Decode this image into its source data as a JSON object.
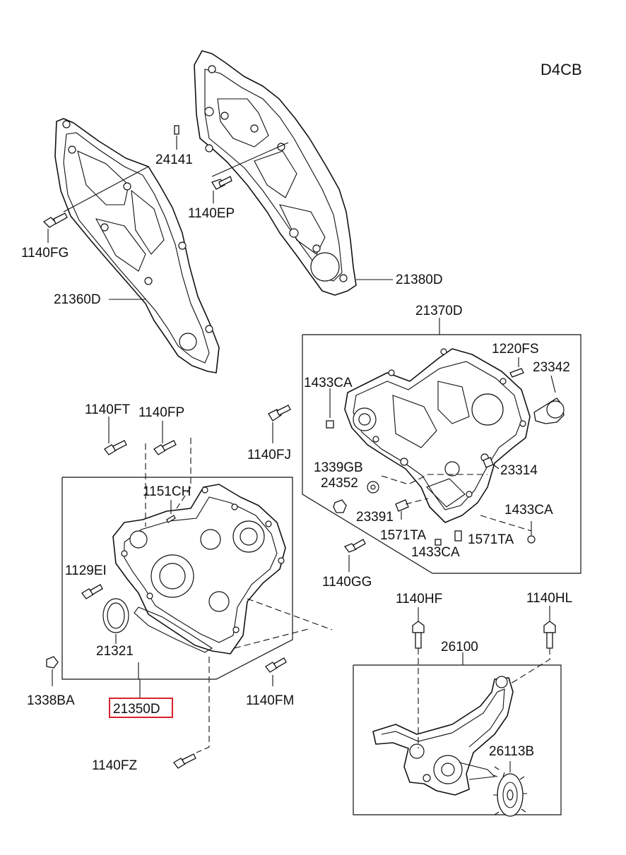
{
  "engine_code": "D4CB",
  "parts": {
    "p24141": "24141",
    "p1140EP": "1140EP",
    "p1140FG": "1140FG",
    "p21380D": "21380D",
    "p21360D": "21360D",
    "p21370D": "21370D",
    "p1220FS": "1220FS",
    "p23342": "23342",
    "p1433CA_a": "1433CA",
    "p1140FT": "1140FT",
    "p1140FP": "1140FP",
    "p1140FJ": "1140FJ",
    "p1339GB": "1339GB",
    "p24352": "24352",
    "p23314": "23314",
    "p1151CH": "1151CH",
    "p23391": "23391",
    "p1433CA_b": "1433CA",
    "p1571TA_a": "1571TA",
    "p1571TA_b": "1571TA",
    "p1433CA_c": "1433CA",
    "p1129EI": "1129EI",
    "p1140GG": "1140GG",
    "p1140HF": "1140HF",
    "p1140HL": "1140HL",
    "p21321": "21321",
    "p26100": "26100",
    "p1338BA": "1338BA",
    "p1140FM": "1140FM",
    "p21350D": "21350D",
    "p26113B": "26113B",
    "p1140FZ": "1140FZ"
  },
  "colors": {
    "highlight": "#d9212c",
    "line": "#111111",
    "background": "#ffffff"
  },
  "highlighted_part": "21350D"
}
